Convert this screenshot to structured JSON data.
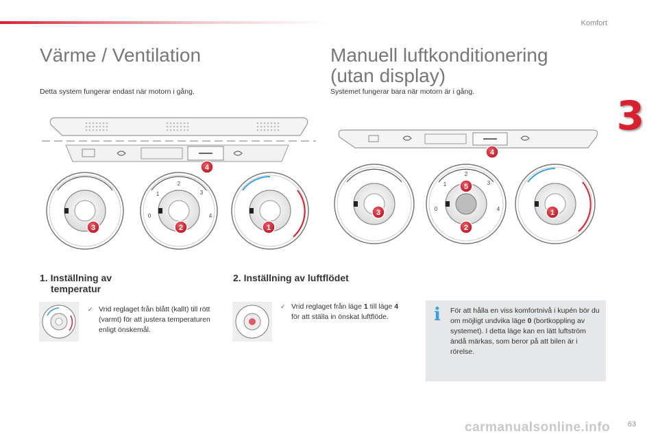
{
  "header": {
    "section": "Komfort",
    "chapter": "3"
  },
  "left": {
    "title": "Värme / Ventilation",
    "intro": "Detta system fungerar endast när motorn i gång."
  },
  "right": {
    "title_line1": "Manuell luftkonditionering",
    "title_line2": "(utan display)",
    "intro": "Systemet fungerar bara när motorn är i gång."
  },
  "knob_labels": {
    "flow": [
      "1",
      "2",
      "3",
      "0",
      "4"
    ],
    "badges": [
      "1",
      "2",
      "3",
      "4",
      "5"
    ]
  },
  "steps": {
    "s1_heading_line1": "1. Inställning av",
    "s1_heading_line2": "temperatur",
    "s1_text": "Vrid reglaget från blått (kallt) till rött (varmt) för att justera temperaturen enligt önskemål.",
    "s2_heading": "2. Inställning av luftflödet",
    "s2_text_a": "Vrid reglaget från läge ",
    "s2_bold1": "1",
    "s2_text_b": " till läge ",
    "s2_bold2": "4",
    "s2_text_c": " för att ställa in önskat luftflöde."
  },
  "info": {
    "text_a": "För att hålla en viss komfortnivå i kupén bör du om möjligt undvika läge ",
    "bold": "0",
    "text_b": " (bortkoppling av systemet). I detta läge kan en lätt luftström ändå märkas, som beror på att bilen är i rörelse."
  },
  "footer": {
    "page": "63",
    "watermark": "carmanualsonline.info"
  },
  "colors": {
    "red": "#d8202f",
    "blue": "#3aa0d8",
    "grey_title": "#777777"
  }
}
